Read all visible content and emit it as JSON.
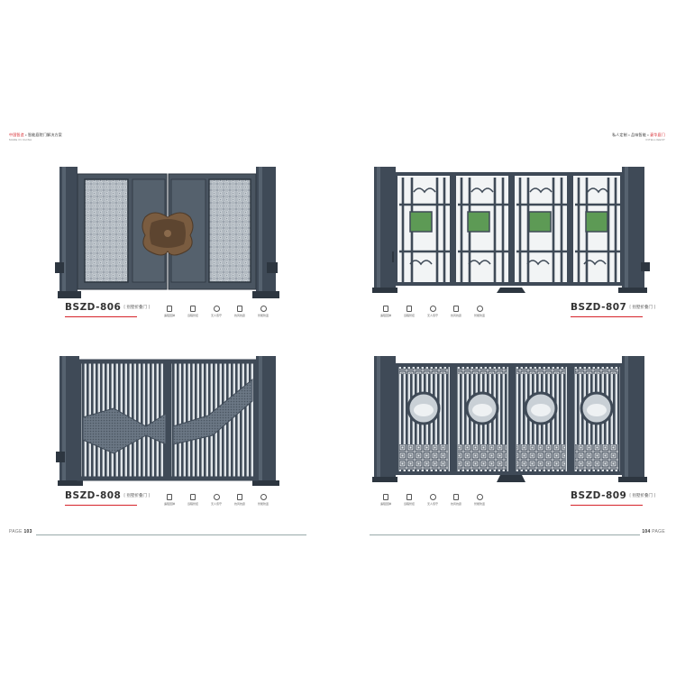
{
  "header_left": {
    "brand": "中国智造",
    "sep": "•",
    "title": "智能庭院门解决方案",
    "sub": "MADE IN CHINA"
  },
  "header_right": {
    "text1": "私人定制",
    "sep": "•",
    "text2": "品味智能",
    "red": "豪华庭门",
    "sub": "INTELLIGENT"
  },
  "products": [
    {
      "model": "BSZD-806",
      "type": "[ 别墅折叠门 ]"
    },
    {
      "model": "BSZD-807",
      "type": "[ 别墅折叠门 ]"
    },
    {
      "model": "BSZD-808",
      "type": "[ 别墅折叠门 ]"
    },
    {
      "model": "BSZD-809",
      "type": "[ 别墅折叠门 ]"
    }
  ],
  "features": [
    {
      "icon": "barrier-icon",
      "label": "遇阻回弹"
    },
    {
      "icon": "phone-icon",
      "label": "远程智控"
    },
    {
      "icon": "person-icon",
      "label": "无人值守"
    },
    {
      "icon": "wind-icon",
      "label": "抗风抗震"
    },
    {
      "icon": "shield-icon",
      "label": "智能防盗"
    }
  ],
  "features_right": [
    {
      "icon": "barrier-icon",
      "label": "遇阻回弹"
    },
    {
      "icon": "phone-icon",
      "label": "远程智控"
    },
    {
      "icon": "person-icon",
      "label": "无人值守"
    },
    {
      "icon": "wind-icon",
      "label": "抗风抗震"
    },
    {
      "icon": "shield-icon",
      "label": "智能防盗"
    }
  ],
  "footer": {
    "left_prefix": "PAGE",
    "left_num": "103",
    "right_num": "104",
    "right_suffix": "PAGE"
  },
  "colors": {
    "gate": "#3f4a57",
    "gate_dark": "#2d3640",
    "gate_light": "#56626f",
    "accent": "#d6232a",
    "glass": "#5d9a55",
    "bronze": "#7a5c40"
  }
}
